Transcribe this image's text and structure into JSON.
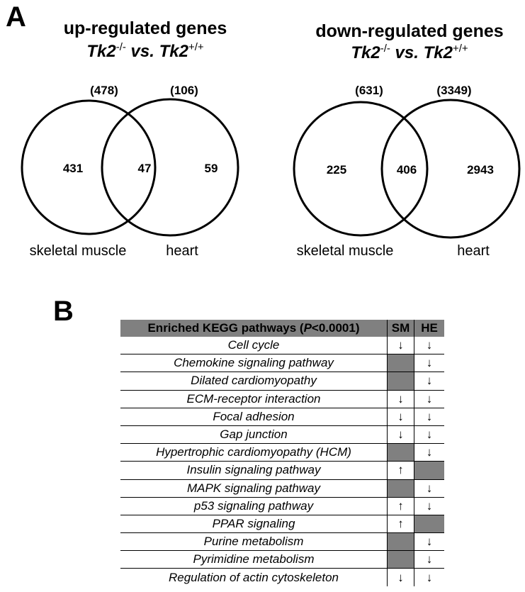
{
  "panel_a": {
    "letter": "A",
    "up": {
      "title": "up-regulated genes",
      "sub_gene_a": "Tk2",
      "sub_sup_a": "-/-",
      "sub_vs": " vs. ",
      "sub_gene_b": "Tk2",
      "sub_sup_b": "+/+",
      "left_total": "(478)",
      "right_total": "(106)",
      "left_only": "431",
      "overlap": "47",
      "right_only": "59",
      "left_label": "skeletal muscle",
      "right_label": "heart"
    },
    "down": {
      "title": "down-regulated genes",
      "sub_gene_a": "Tk2",
      "sub_sup_a": "-/-",
      "sub_vs": " vs. ",
      "sub_gene_b": "Tk2",
      "sub_sup_b": "+/+",
      "left_total": "(631)",
      "right_total": "(3349)",
      "left_only": "225",
      "overlap": "406",
      "right_only": "2943",
      "left_label": "skeletal muscle",
      "right_label": "heart"
    }
  },
  "panel_b": {
    "letter": "B",
    "header": {
      "pathways_prefix": "Enriched KEGG pathways (",
      "p_symbol": "P",
      "pathways_suffix": "<0.0001)",
      "sm": "SM",
      "he": "HE"
    },
    "rows": [
      {
        "pathway": "Cell cycle",
        "sm": "↓",
        "he": "↓"
      },
      {
        "pathway": "Chemokine signaling pathway",
        "sm": "",
        "he": "↓"
      },
      {
        "pathway": "Dilated cardiomyopathy",
        "sm": "",
        "he": "↓"
      },
      {
        "pathway": "ECM-receptor interaction",
        "sm": "↓",
        "he": "↓"
      },
      {
        "pathway": "Focal adhesion",
        "sm": "↓",
        "he": "↓"
      },
      {
        "pathway": "Gap junction",
        "sm": "↓",
        "he": "↓"
      },
      {
        "pathway": "Hypertrophic cardiomyopathy (HCM)",
        "sm": "",
        "he": "↓"
      },
      {
        "pathway": "Insulin signaling pathway",
        "sm": "↑",
        "he": ""
      },
      {
        "pathway": "MAPK signaling pathway",
        "sm": "",
        "he": "↓"
      },
      {
        "pathway": "p53 signaling pathway",
        "sm": "↑",
        "he": "↓"
      },
      {
        "pathway": "PPAR signaling",
        "sm": "↑",
        "he": ""
      },
      {
        "pathway": "Purine metabolism",
        "sm": "",
        "he": "↓"
      },
      {
        "pathway": "Pyrimidine metabolism",
        "sm": "",
        "he": "↓"
      },
      {
        "pathway": "Regulation of actin cytoskeleton",
        "sm": "↓",
        "he": "↓"
      }
    ]
  },
  "colors": {
    "cell_fill": "#808080",
    "line": "#000000",
    "background": "#ffffff"
  }
}
